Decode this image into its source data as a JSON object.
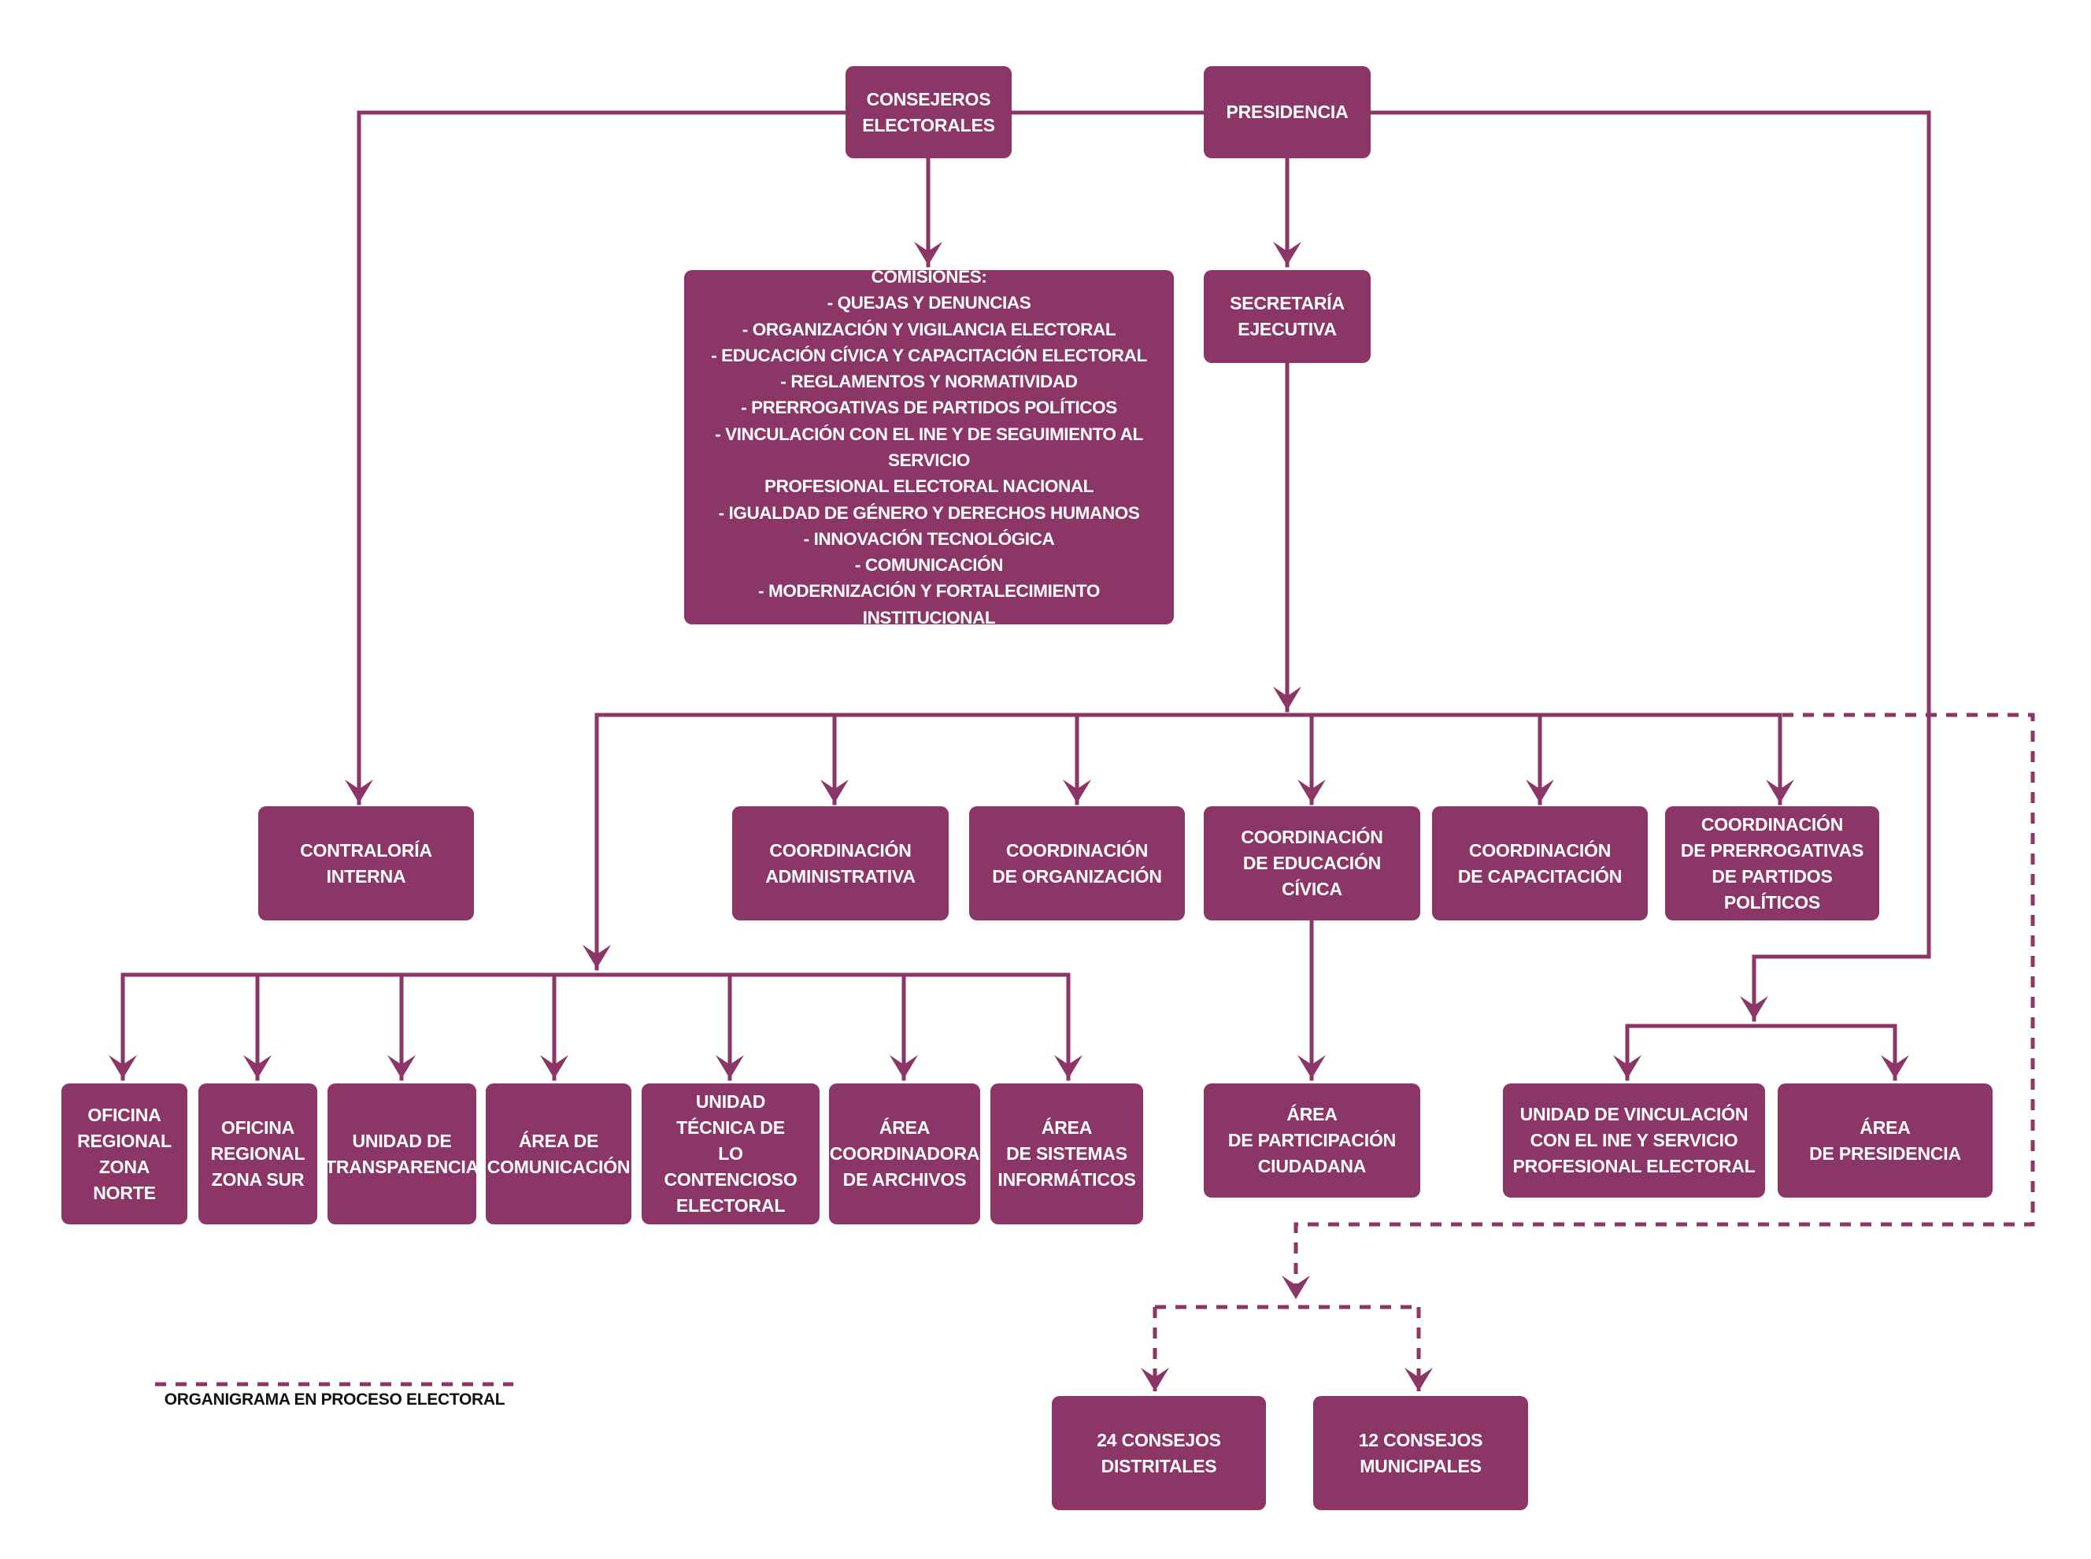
{
  "colors": {
    "box": "#8c3567",
    "line": "#8c3567",
    "text": "#ffffff",
    "legend_text": "#111111"
  },
  "nodes": {
    "consejeros": "CONSEJEROS\nELECTORALES",
    "presidencia": "PRESIDENCIA",
    "comisiones": "COMISIONES:\n- QUEJAS Y DENUNCIAS\n- ORGANIZACIÓN Y VIGILANCIA ELECTORAL\n- EDUCACIÓN CÍVICA Y CAPACITACIÓN ELECTORAL\n- REGLAMENTOS Y NORMATIVIDAD\n- PRERROGATIVAS DE PARTIDOS POLÍTICOS\n- VINCULACIÓN CON EL INE Y DE SEGUIMIENTO AL SERVICIO\nPROFESIONAL ELECTORAL NACIONAL\n- IGUALDAD DE GÉNERO Y DERECHOS HUMANOS\n- INNOVACIÓN TECNOLÓGICA\n- COMUNICACIÓN\n- MODERNIZACIÓN Y FORTALECIMIENTO INSTITUCIONAL",
    "secretaria": "SECRETARÍA\nEJECUTIVA",
    "contraloria": "CONTRALORÍA\nINTERNA",
    "coord_administrativa": "COORDINACIÓN\nADMINISTRATIVA",
    "coord_organizacion": "COORDINACIÓN\nDE ORGANIZACIÓN",
    "coord_educacion": "COORDINACIÓN\nDE EDUCACIÓN CÍVICA",
    "coord_capacitacion": "COORDINACIÓN\nDE CAPACITACIÓN",
    "coord_prerrogativas": "COORDINACIÓN\nDE PRERROGATIVAS\nDE PARTIDOS POLÍTICOS",
    "oficina_norte": "OFICINA\nREGIONAL\nZONA NORTE",
    "oficina_sur": "OFICINA\nREGIONAL\nZONA SUR",
    "unidad_transparencia": "UNIDAD DE\nTRANSPARENCIA",
    "area_comunicacion": "ÁREA DE\nCOMUNICACIÓN",
    "unidad_contencioso": "UNIDAD\nTÉCNICA DE\nLO CONTENCIOSO\nELECTORAL",
    "area_archivos": "ÁREA\nCOORDINADORA\nDE ARCHIVOS",
    "area_sistemas": "ÁREA\nDE SISTEMAS\nINFORMÁTICOS",
    "area_participacion": "ÁREA\nDE PARTICIPACIÓN\nCIUDADANA",
    "unidad_vinculacion": "UNIDAD DE VINCULACIÓN\nCON EL INE Y SERVICIO\nPROFESIONAL ELECTORAL",
    "area_presidencia": "ÁREA\nDE PRESIDENCIA",
    "consejos_distritales": "24 CONSEJOS\nDISTRITALES",
    "consejos_municipales": "12 CONSEJOS\nMUNICIPALES"
  },
  "legend": {
    "dashed_label": "ORGANIGRAMA EN PROCESO ELECTORAL"
  }
}
